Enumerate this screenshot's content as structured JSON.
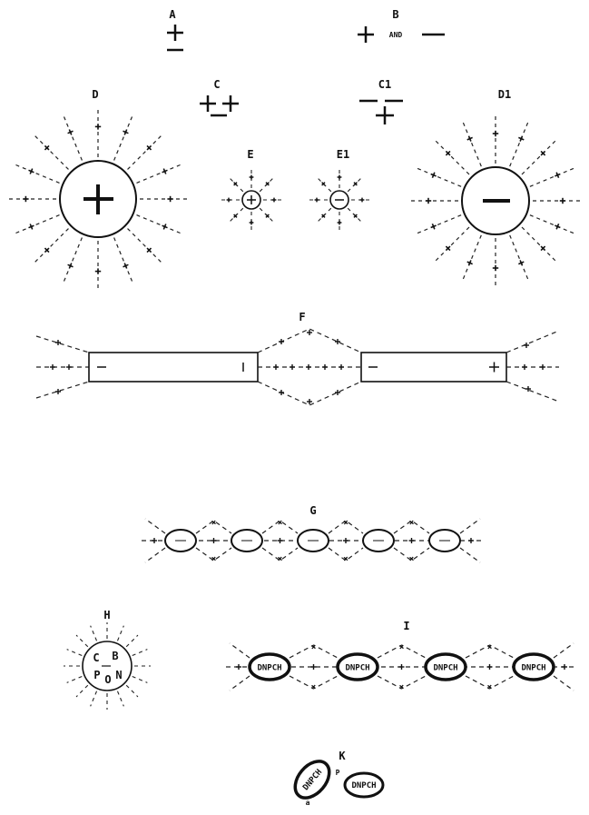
{
  "labels": {
    "A": "A",
    "B": "B",
    "C": "C",
    "C1": "C1",
    "D": "D",
    "D1": "D1",
    "E": "E",
    "E1": "E1",
    "F": "F",
    "G": "G",
    "H": "H",
    "I": "I",
    "K": "K"
  },
  "b_text": "AND",
  "chain_label": "DNPCH",
  "h_letters": [
    "C",
    "B",
    "P",
    "O",
    "N"
  ],
  "k_side_letters": [
    "P",
    "a"
  ],
  "signs": {
    "plus": "+",
    "minus": "−"
  },
  "colors": {
    "ink": "#111111",
    "background": "#ffffff"
  }
}
